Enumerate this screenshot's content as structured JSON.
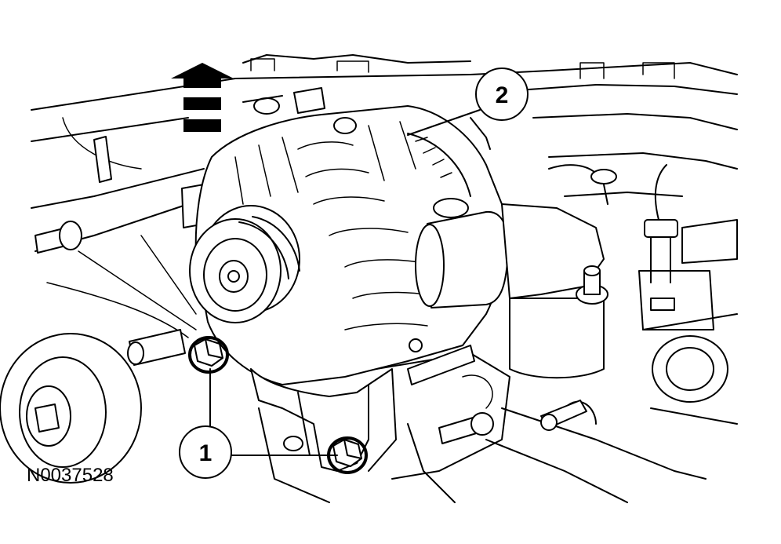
{
  "figure": {
    "id_label": "N0037528"
  },
  "callouts": [
    {
      "number": "1"
    },
    {
      "number": "2"
    }
  ],
  "icons": {
    "direction_arrow": "up-arrow-front-indicator-icon"
  }
}
